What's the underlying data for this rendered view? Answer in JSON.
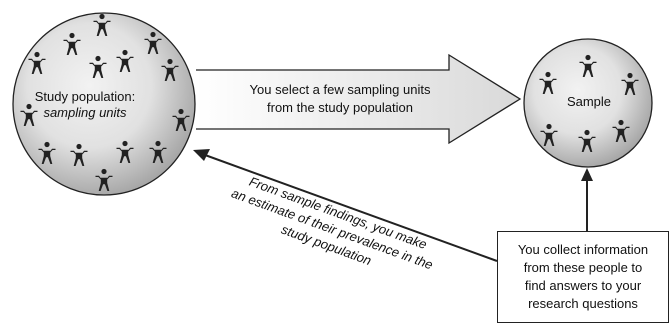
{
  "study_population": {
    "label_line1": "Study population:",
    "label_line2": "sampling units"
  },
  "sample": {
    "label": "Sample"
  },
  "select_arrow": {
    "line1": "You select a few sampling units",
    "line2": "from the study population"
  },
  "estimate_arrow": {
    "line1": "From sample findings, you make",
    "line2": "an estimate of their prevalence in the",
    "line3": "study population"
  },
  "info_box": {
    "line1": "You collect information",
    "line2": "from these people to",
    "line3": "find answers to your",
    "line4": "research questions"
  },
  "colors": {
    "circle_fill_light": "#f2f2f2",
    "circle_fill_dark": "#a6a6a6",
    "arrow_fill": "#e6e6e6",
    "stroke": "#222222"
  },
  "icons": {
    "person": "stick-figure-icon"
  }
}
